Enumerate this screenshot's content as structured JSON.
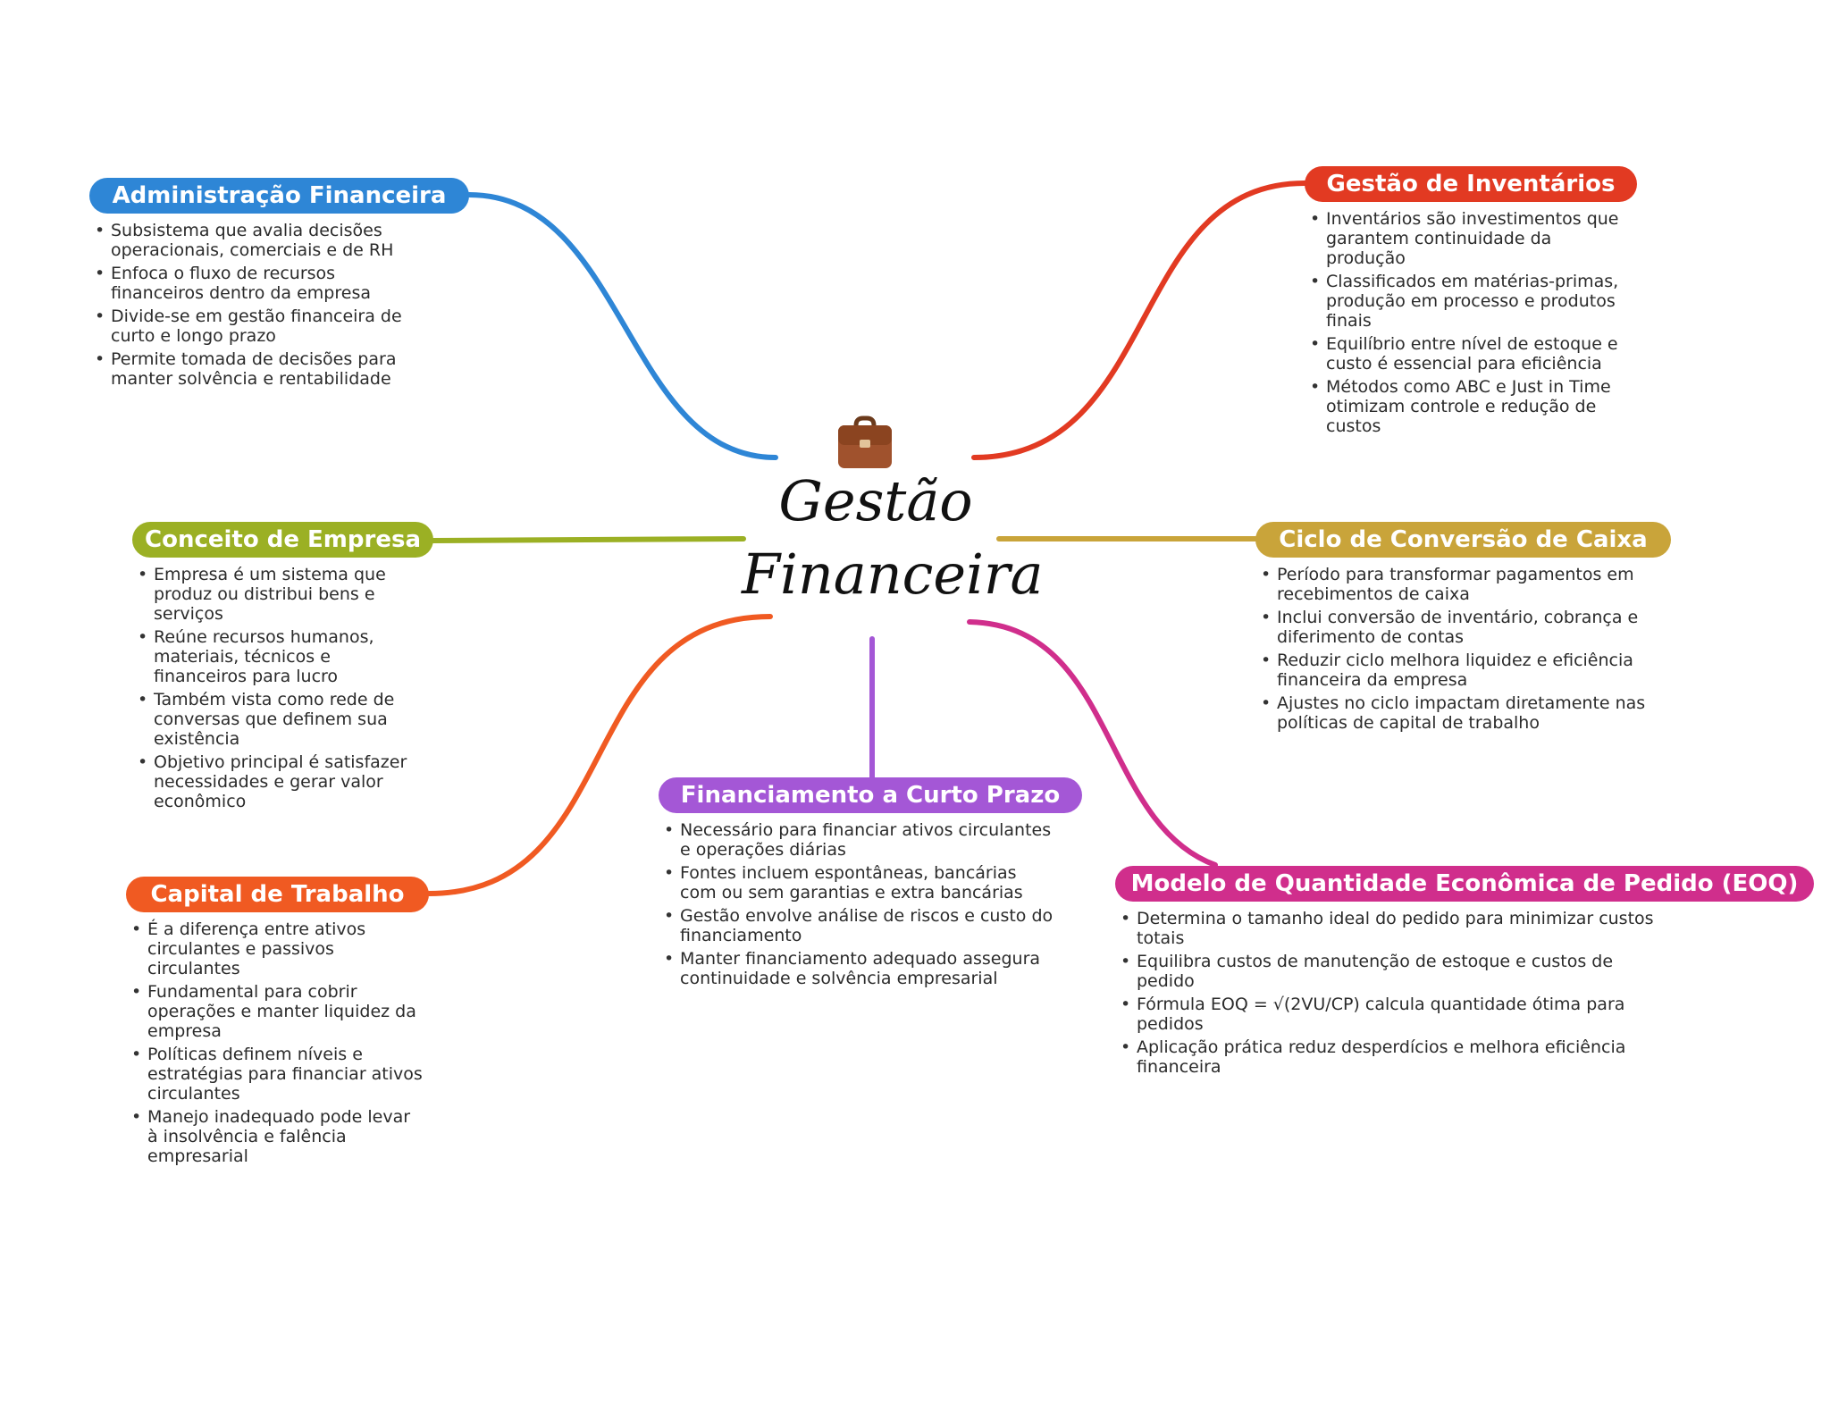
{
  "center": {
    "title_line1": "Gestão",
    "title_line2": "Financeira",
    "icon": "briefcase-icon"
  },
  "branches": [
    {
      "id": "administracao",
      "title": "Administração Financeira",
      "color": "#2E86D6",
      "items": [
        "Subsistema que avalia decisões operacionais, comerciais e de RH",
        "Enfoca o fluxo de recursos financeiros dentro da empresa",
        "Divide-se em gestão financeira de curto e longo prazo",
        "Permite tomada de decisões para manter solvência e rentabilidade"
      ]
    },
    {
      "id": "inventarios",
      "title": "Gestão de Inventários",
      "color": "#E23A22",
      "items": [
        "Inventários são investimentos que garantem continuidade da produção",
        "Classificados em matérias-primas, produção em processo e produtos finais",
        "Equilíbrio entre nível de estoque e custo é essencial para eficiência",
        "Métodos como ABC e Just in Time otimizam controle e redução de custos"
      ]
    },
    {
      "id": "conceito",
      "title": "Conceito de Empresa",
      "color": "#9BB024",
      "items": [
        "Empresa é um sistema que produz ou distribui bens e serviços",
        "Reúne recursos humanos, materiais, técnicos e financeiros para lucro",
        "Também vista como rede de conversas que definem sua existência",
        "Objetivo principal é satisfazer necessidades e gerar valor econômico"
      ]
    },
    {
      "id": "ciclo",
      "title": "Ciclo de Conversão de Caixa",
      "color": "#C9A43A",
      "items": [
        "Período para transformar pagamentos em recebimentos de caixa",
        "Inclui conversão de inventário, cobrança e diferimento de contas",
        "Reduzir ciclo melhora liquidez e eficiência financeira da empresa",
        "Ajustes no ciclo impactam diretamente nas políticas de capital de trabalho"
      ]
    },
    {
      "id": "financiamento",
      "title": "Financiamento a Curto Prazo",
      "color": "#A457D6",
      "items": [
        "Necessário para financiar ativos circulantes e operações diárias",
        "Fontes incluem espontâneas, bancárias com ou sem garantias e extra bancárias",
        "Gestão envolve análise de riscos e custo do financiamento",
        "Manter financiamento adequado assegura continuidade e solvência empresarial"
      ]
    },
    {
      "id": "capital",
      "title": "Capital de Trabalho",
      "color": "#F05A22",
      "items": [
        "É a diferença entre ativos circulantes e passivos circulantes",
        "Fundamental para cobrir operações e manter liquidez da empresa",
        "Políticas definem níveis e estratégias para financiar ativos circulantes",
        "Manejo inadequado pode levar à insolvência e falência empresarial"
      ]
    },
    {
      "id": "eoq",
      "title": "Modelo de Quantidade Econômica de Pedido (EOQ)",
      "color": "#D02E8C",
      "items": [
        "Determina o tamanho ideal do pedido para minimizar custos totais",
        "Equilibra custos de manutenção de estoque e custos de pedido",
        "Fórmula EOQ = √(2VU/CP) calcula quantidade ótima para pedidos",
        "Aplicação prática reduz desperdícios e melhora eficiência financeira"
      ]
    }
  ]
}
